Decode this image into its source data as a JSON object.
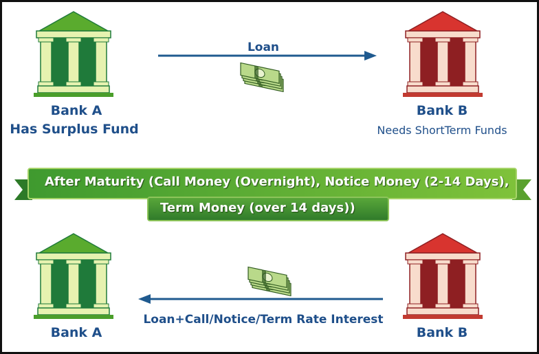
{
  "top": {
    "bank_a": {
      "name": "Bank A",
      "description": "Has Surplus Fund"
    },
    "bank_b": {
      "name": "Bank B",
      "description": "Needs ShortTerm Funds"
    },
    "arrow_label": "Loan"
  },
  "banner": {
    "line1": "After Maturity  (Call Money (Overnight), Notice Money (2-14 Days),",
    "line2": "Term Money (over 14 days))"
  },
  "bottom": {
    "bank_a": {
      "name": "Bank A"
    },
    "bank_b": {
      "name": "Bank B"
    },
    "arrow_label": "Loan+Call/Notice/Term Rate Interest"
  },
  "colors": {
    "green_roof": "#5aab2e",
    "green_dark": "#1f7a3a",
    "green_light": "#e6f2b0",
    "red_roof": "#d8342f",
    "red_dark": "#8e1f22",
    "red_light": "#f8dccc",
    "arrow": "#1f5a8f",
    "text": "#1f4f8a"
  }
}
